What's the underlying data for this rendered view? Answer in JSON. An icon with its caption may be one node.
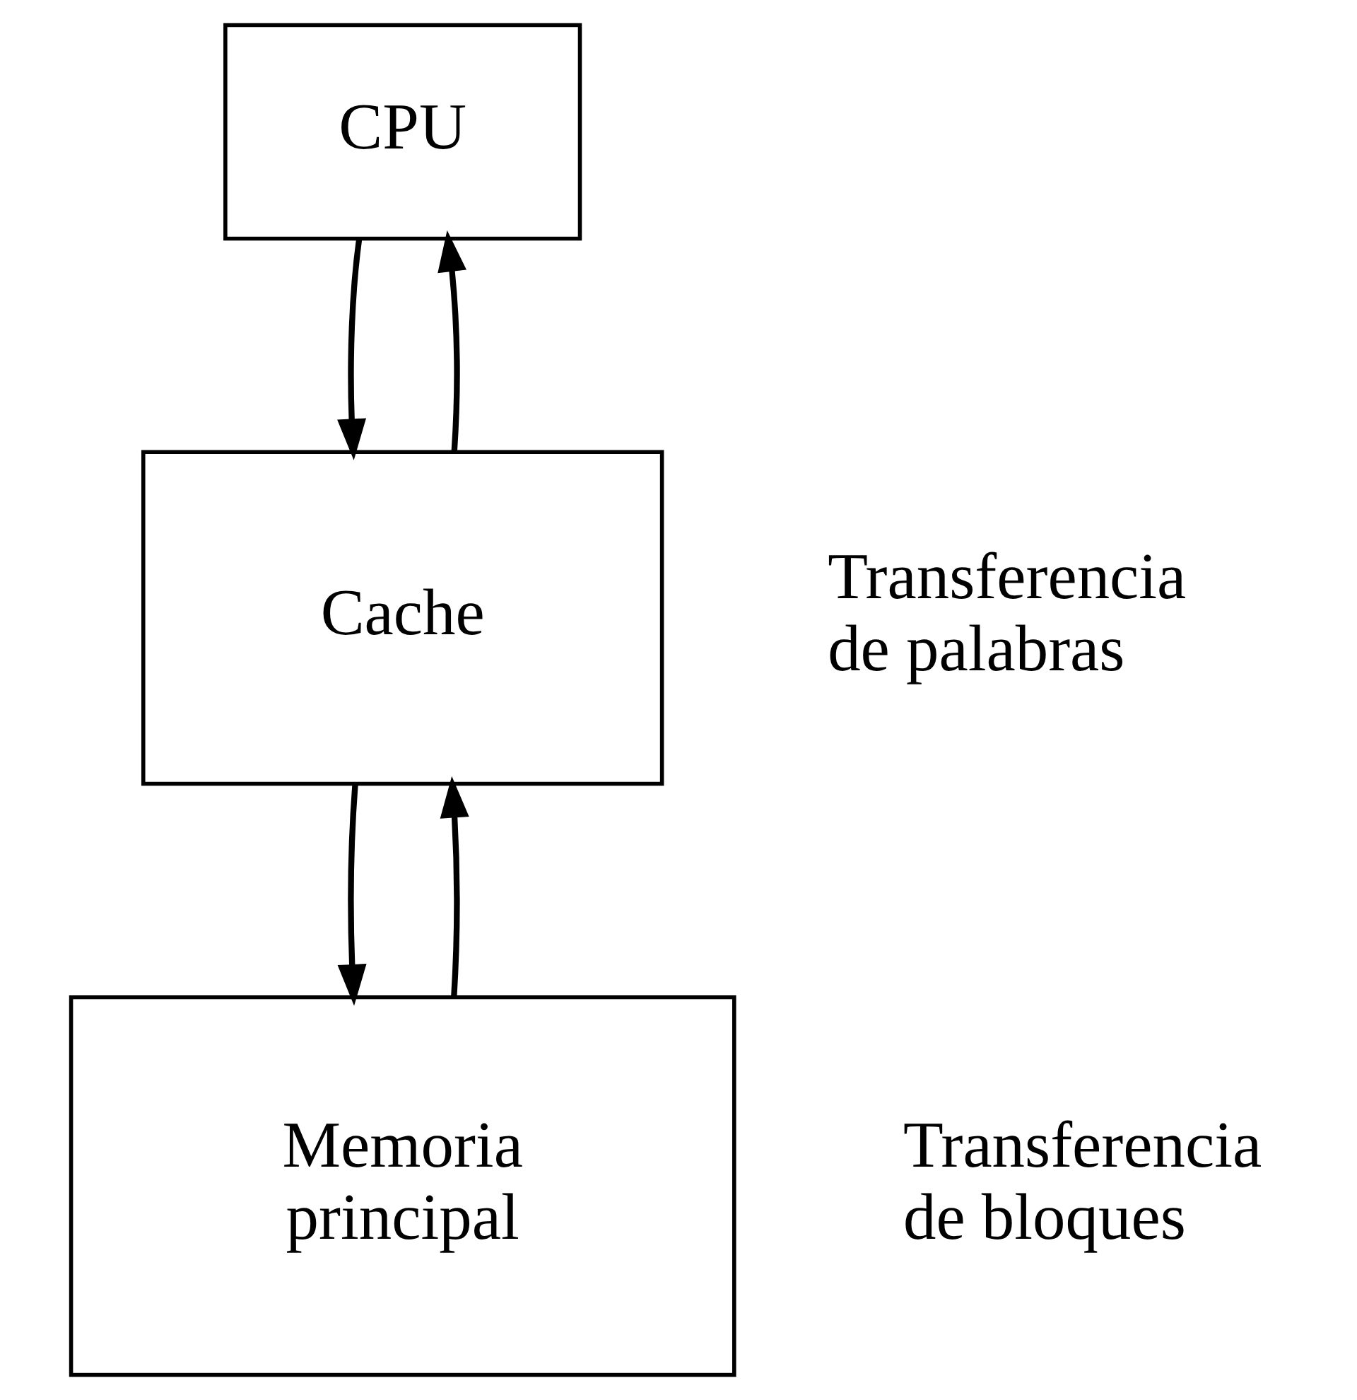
{
  "diagram": {
    "nodes": [
      {
        "text": [
          "CPU"
        ]
      },
      {
        "text": [
          "Cache"
        ]
      },
      {
        "text": [
          "Memoria principal"
        ]
      }
    ],
    "edges": [
      {
        "from": 1,
        "to": 0,
        "arrow": "to"
      },
      {
        "from": 0,
        "to": 1,
        "arrow": "to"
      },
      {
        "from": 2,
        "to": 1,
        "arrow": "to"
      },
      {
        "from": 1,
        "to": 2,
        "arrow": "to"
      }
    ],
    "labels": [
      "Transferencia de palabras",
      "Transferencia de bloques"
    ]
  }
}
